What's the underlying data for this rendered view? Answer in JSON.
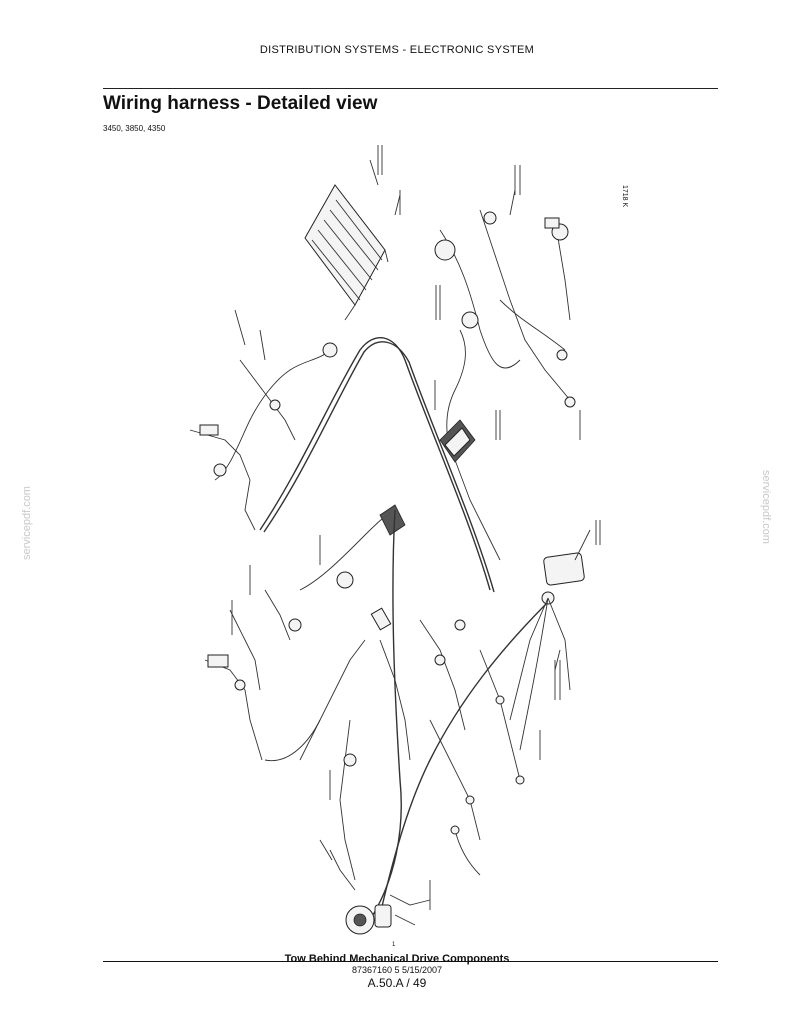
{
  "header": {
    "section": "DISTRIBUTION SYSTEMS - ELECTRONIC SYSTEM"
  },
  "page": {
    "title": "Wiring harness - Detailed view",
    "models": "3450, 3850, 4350",
    "figure_code": "1718 K",
    "figure_number": "1"
  },
  "watermark": {
    "text": "servicepdf.com"
  },
  "footer": {
    "title": "Tow Behind Mechanical Drive Components",
    "doc": "87367160 5 5/15/2007",
    "page": "A.50.A / 49"
  }
}
